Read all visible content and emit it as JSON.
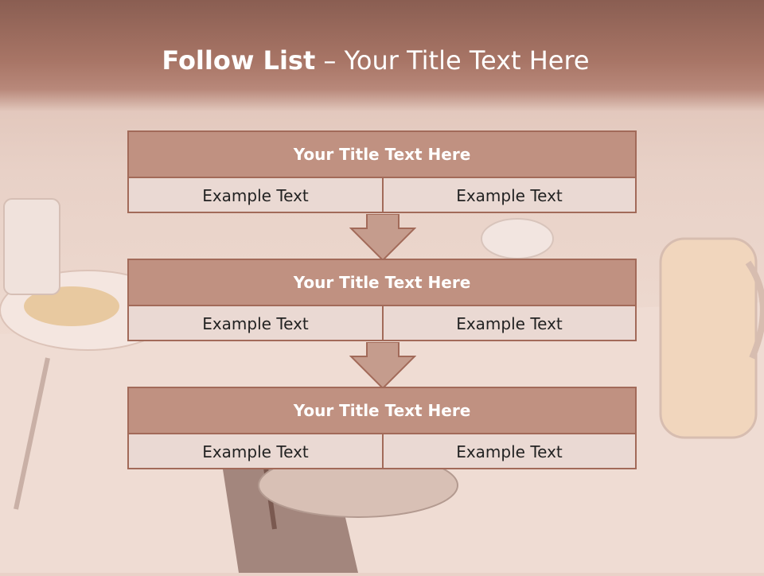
{
  "slide": {
    "title_bold": "Follow List",
    "title_rest": " – Your Title Text Here"
  },
  "boxes": [
    {
      "title": "Your Title Text Here",
      "left": "Example Text",
      "right": "Example Text"
    },
    {
      "title": "Your Title Text Here",
      "left": "Example Text",
      "right": "Example Text"
    },
    {
      "title": "Your Title Text Here",
      "left": "Example Text",
      "right": "Example Text"
    }
  ],
  "colors": {
    "header": "#a87566",
    "box_head": "#c09181",
    "box_border": "#a26a59",
    "box_body": "#ead9d3",
    "arrow": "#c59c8d"
  }
}
